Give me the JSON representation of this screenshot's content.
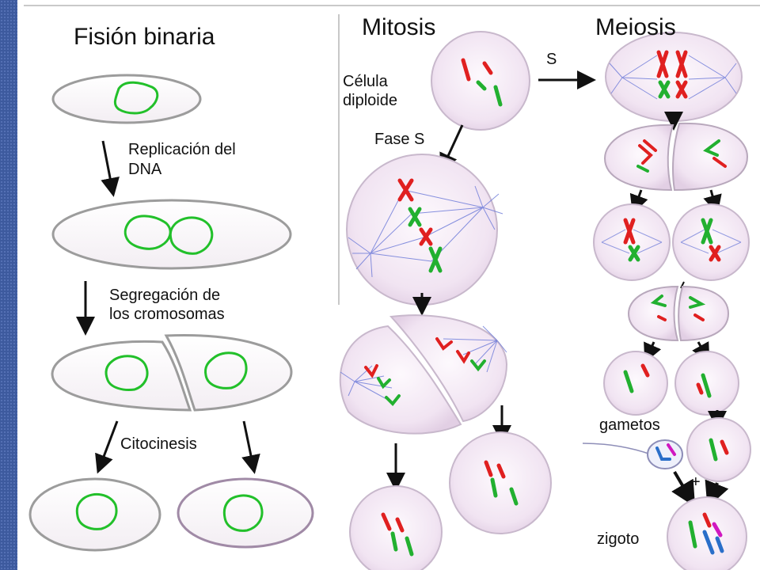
{
  "binary_fission": {
    "title": "Fisión binaria",
    "step1_line1": "Replicación del",
    "step1_line2": "DNA",
    "step2_line1": "Segregación de",
    "step2_line2": "los cromosomas",
    "step3": "Citocinesis"
  },
  "mitosis": {
    "title": "Mitosis",
    "cell_line1": "Célula",
    "cell_line2": "diploide",
    "phase": "Fase S"
  },
  "meiosis": {
    "title": "Meiosis",
    "s_label": "S",
    "gametes": "gametos",
    "plus": "+",
    "zygote": "zigoto"
  },
  "colors": {
    "chromosome_red": "#e02020",
    "chromosome_green": "#22b030",
    "chromosome_blue": "#2a6fc9",
    "chromosome_magenta": "#d018c0",
    "nucleoid_green": "#22c02a",
    "spindle_blue": "#6a78d8",
    "cell_fill": "#f3e6f3",
    "cell_stroke": "#a8a8a8"
  }
}
